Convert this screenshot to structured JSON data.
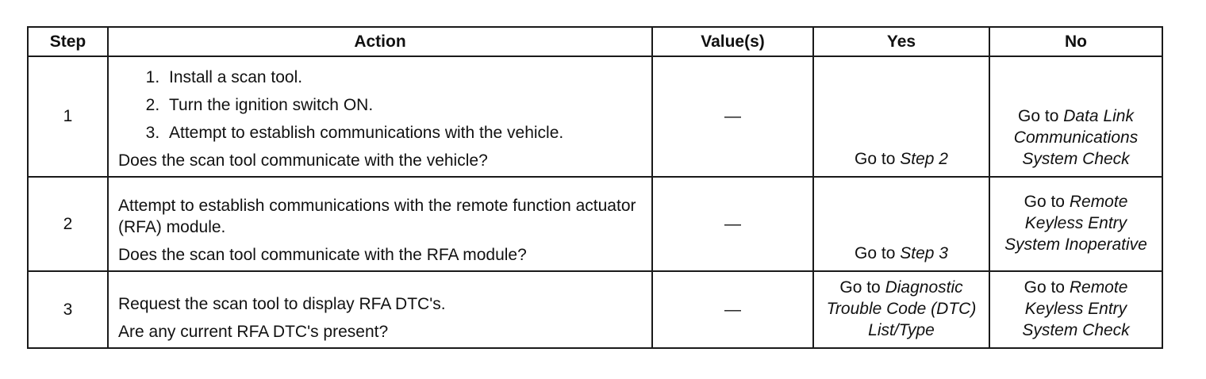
{
  "headers": [
    "Step",
    "Action",
    "Value(s)",
    "Yes",
    "No"
  ],
  "rows": [
    {
      "step": "1",
      "action_list": [
        "Install a scan tool.",
        "Turn the ignition switch ON.",
        "Attempt to establish communications with the vehicle."
      ],
      "question": "Does the scan tool communicate with the vehicle?",
      "value": "—",
      "yes": {
        "prefix": "Go to",
        "link": "Step 2"
      },
      "no": {
        "prefix": "Go to",
        "link": "Data Link Communications System Check"
      }
    },
    {
      "step": "2",
      "action_text": "Attempt to establish communications with the remote function actuator (RFA) module.",
      "question": "Does the scan tool communicate with the RFA module?",
      "value": "—",
      "yes": {
        "prefix": "Go to",
        "link": "Step 3"
      },
      "no": {
        "prefix": "Go to",
        "link": "Remote Keyless Entry System Inoperative"
      }
    },
    {
      "step": "3",
      "action_text": "Request the scan tool to display RFA DTC's.",
      "question": "Are any current RFA DTC's present?",
      "value": "—",
      "yes": {
        "prefix": "Go to",
        "link": "Diagnostic Trouble Code (DTC) List/Type"
      },
      "no": {
        "prefix": "Go to",
        "link": "Remote Keyless Entry System Check"
      }
    }
  ]
}
